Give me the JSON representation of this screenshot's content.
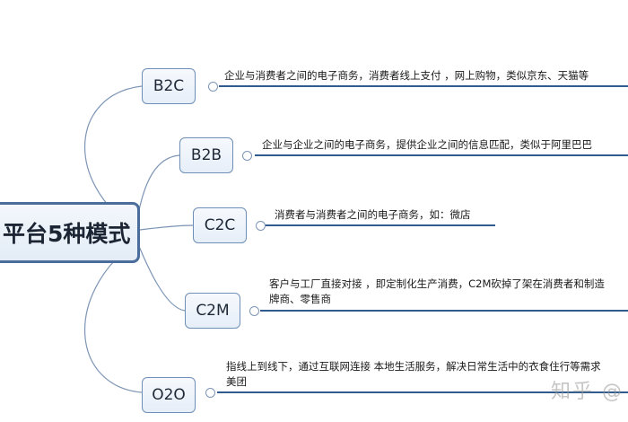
{
  "root": {
    "title": "平台5种模式"
  },
  "branches": [
    {
      "label": "B2C",
      "description": [
        "企业与消费者之间的电子商务，消费者线上支付 ，网上购物，类似京东、天猫等"
      ]
    },
    {
      "label": "B2B",
      "description": [
        "企业与企业之间的电子商务，提供企业之间的信息匹配，类似于阿里巴巴"
      ]
    },
    {
      "label": "C2C",
      "description": [
        "消费者与消费者之间的电子商务，如：微店"
      ]
    },
    {
      "label": "C2M",
      "description": [
        "客户与工厂直接对接 ，即定制化生产消费，C2M砍掉了架在消费者和制造",
        "牌商、零售商"
      ]
    },
    {
      "label": "O2O",
      "description": [
        "指线上到线下，通过互联网连接 本地生活服务，解决日常生活中的衣食住行等需求",
        "美团"
      ]
    }
  ],
  "watermark": {
    "text": "知乎 @"
  },
  "colors": {
    "connector": "#2f5b8f",
    "node_border": "#6f8fb6",
    "root_border": "#4a6d9b"
  }
}
